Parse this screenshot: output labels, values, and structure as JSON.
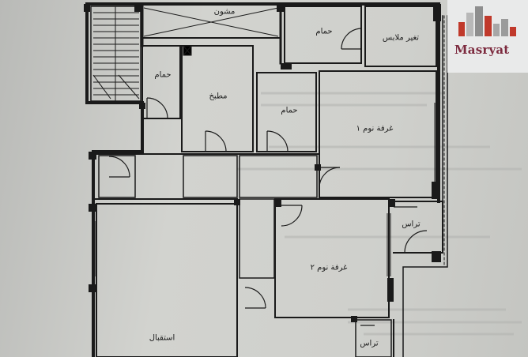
{
  "rooms": {
    "closet": "مشون",
    "bath_top": "حمام",
    "dressing": "تغير ملابس",
    "bath_left": "حمام",
    "kitchen": "مطبخ",
    "bath_mid": "حمام",
    "bedroom1": "غرفة نوم ١",
    "terrace_right": "تراس",
    "bedroom2": "غرفة نوم ٢",
    "reception": "استقبال",
    "terrace_bottom": "تراس"
  },
  "logo": {
    "text": "Masryat"
  },
  "colors": {
    "paper": "#cfd0cc",
    "wall": "#1a1a1a",
    "logo_red": "#c0392b",
    "logo_brand": "#7c2a3e"
  }
}
